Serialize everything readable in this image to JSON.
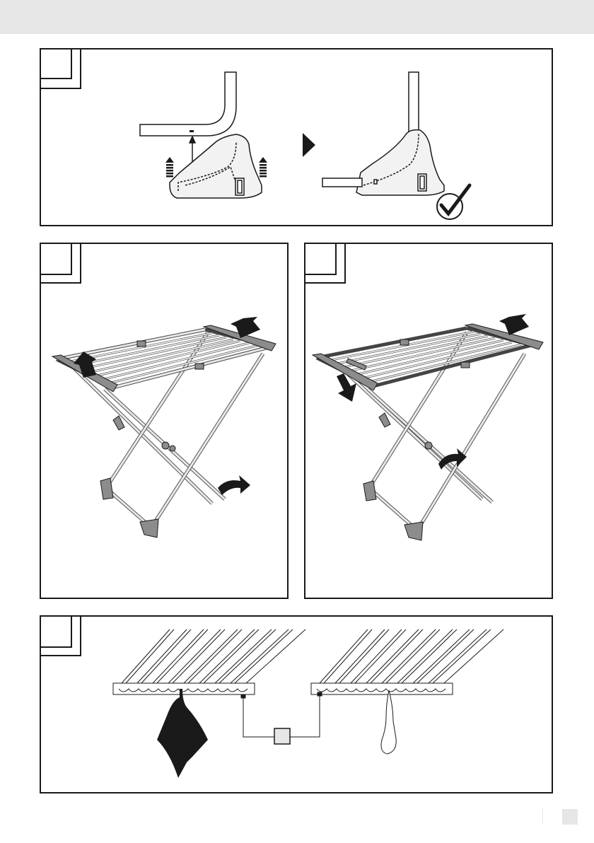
{
  "page": {
    "background": "#ffffff",
    "header_bar_color": "#e6e6e6",
    "line_color": "#1a1a1a",
    "accent_gray": "#8c8c8c",
    "page_number": ""
  },
  "steps": [
    {
      "id": "step-1",
      "label": "",
      "icons": [
        "tube-insert-icon",
        "arrow-right-icon",
        "checkmark-icon"
      ]
    },
    {
      "id": "step-2",
      "label": "",
      "icons": [
        "drying-rack-icon",
        "curved-arrow-icon"
      ]
    },
    {
      "id": "step-3",
      "label": "",
      "icons": [
        "drying-rack-icon",
        "curved-arrow-icon"
      ]
    },
    {
      "id": "step-4",
      "label": "",
      "icons": [
        "rail-hook-icon",
        "towel-icon",
        "sock-icon",
        "callout-box-icon"
      ]
    }
  ]
}
